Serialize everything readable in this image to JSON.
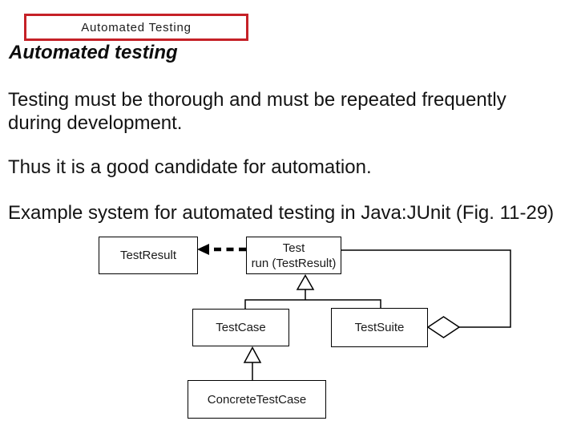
{
  "slide": {
    "title_box_label": "Automated Testing",
    "heading": "Automated testing",
    "paragraphs": [
      "Testing must be thorough and must be repeated frequently during development.",
      "Thus it is a good candidate for automation.",
      "Example system for automated testing in Java:JUnit (Fig. 11-29)"
    ]
  },
  "colors": {
    "title_box_border": "#c52127",
    "text": "#111111",
    "diagram_line": "#000000",
    "background": "#ffffff"
  },
  "diagram": {
    "type": "uml-class-diagram",
    "classes": [
      {
        "name": "TestResult"
      },
      {
        "name": "Test",
        "operation": "run (TestResult)"
      },
      {
        "name": "TestCase"
      },
      {
        "name": "TestSuite"
      },
      {
        "name": "ConcreteTestCase"
      }
    ],
    "relations": [
      {
        "from": "Test",
        "to": "TestResult",
        "type": "dependency"
      },
      {
        "from": "TestCase",
        "to": "Test",
        "type": "inheritance"
      },
      {
        "from": "TestSuite",
        "to": "Test",
        "type": "inheritance"
      },
      {
        "from": "ConcreteTestCase",
        "to": "TestCase",
        "type": "inheritance"
      },
      {
        "from": "TestSuite",
        "to": "Test",
        "type": "aggregation"
      }
    ]
  }
}
